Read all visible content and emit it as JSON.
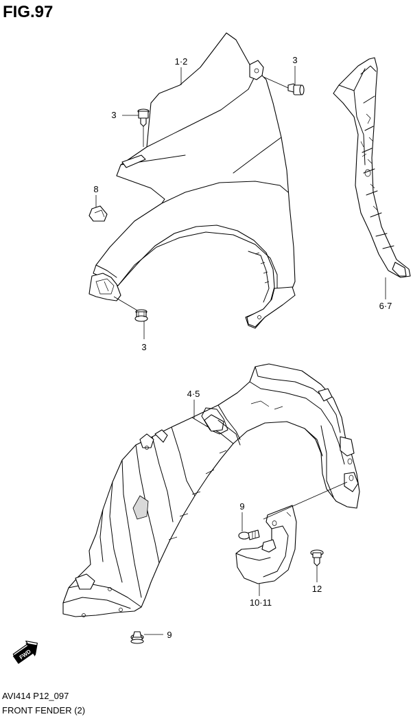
{
  "figure": {
    "title": "FIG.97",
    "code": "AVI414 P12_097",
    "name": "FRONT FENDER (2)"
  },
  "callouts": {
    "fender": "1·2",
    "bolt_upper_right": "3",
    "bolt_upper_left": "3",
    "bolt_lower": "3",
    "seal": "8",
    "fender_bracket": "6·7",
    "liner": "4·5",
    "clip_mudflap": "9",
    "clip_lower": "9",
    "mudflap": "10·11",
    "screw": "12"
  },
  "fwd_marker": "FWD"
}
